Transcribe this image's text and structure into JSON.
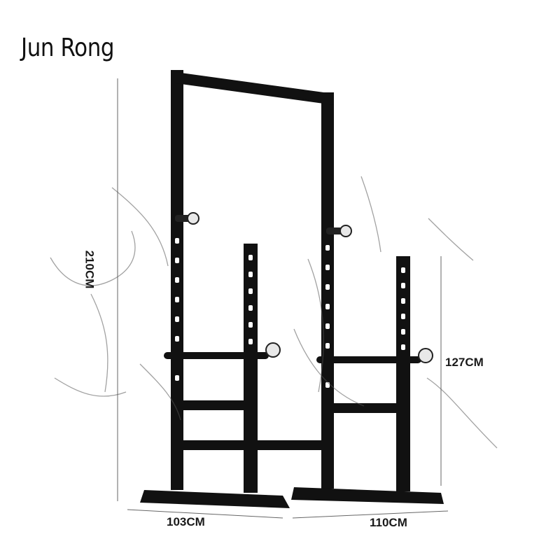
{
  "brand": {
    "name": "Jun Rong"
  },
  "dimensions": {
    "total_height": "210CM",
    "rack_height": "127CM",
    "depth_front": "103CM",
    "depth_side": "110CM"
  },
  "colors": {
    "frame": "#111111",
    "background": "#ffffff",
    "watermark": "#555555",
    "barbell_end": "#e8e8e8"
  }
}
